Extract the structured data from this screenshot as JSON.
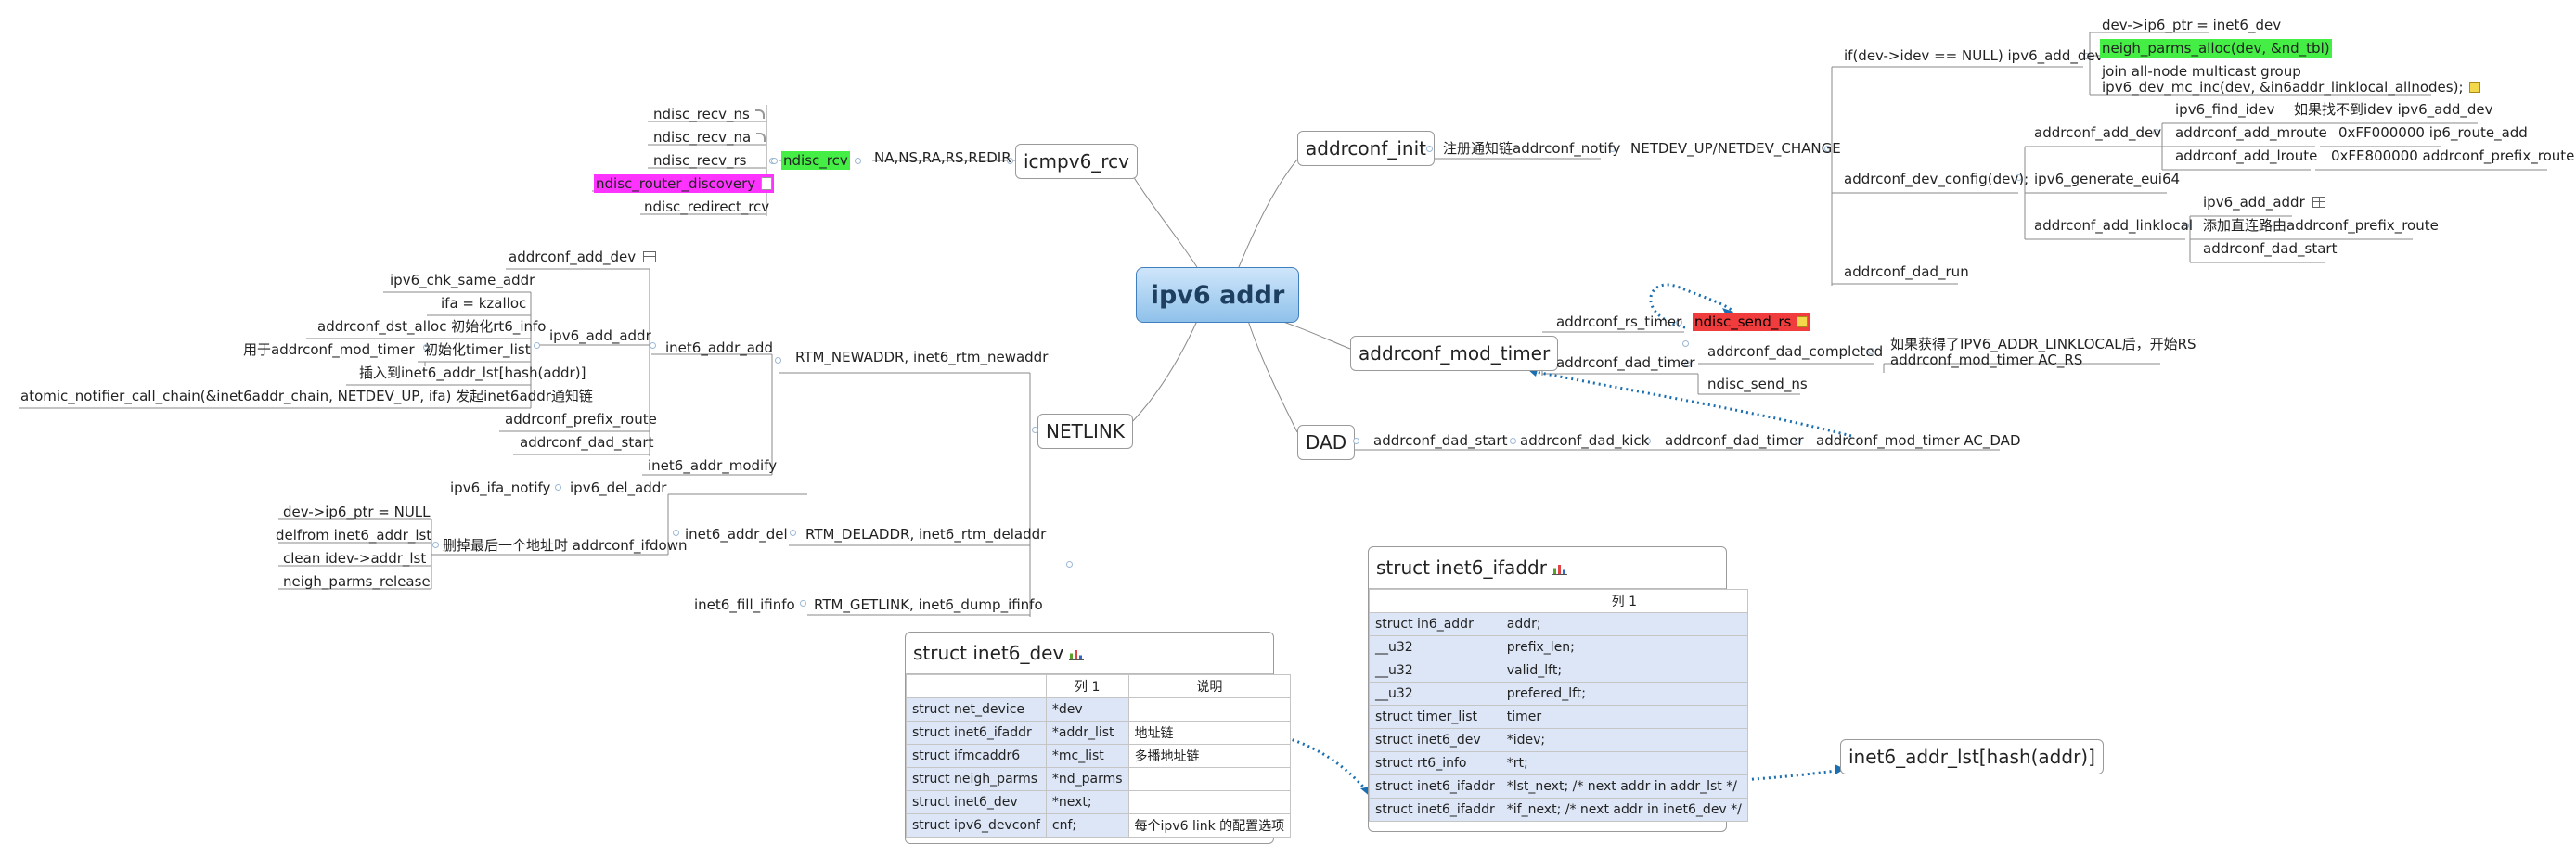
{
  "root": "ipv6 addr",
  "main": {
    "icmpv6_rcv": "icmpv6_rcv",
    "addrconf_init": "addrconf_init",
    "addrconf_mod_timer": "addrconf_mod_timer",
    "dad": "DAD",
    "netlink": "NETLINK",
    "inet6_addr_lst": "inet6_addr_lst[hash(addr)]"
  },
  "icmp": {
    "branch": "NA,NS,RA,RS,REDIR",
    "ndisc_rcv": "ndisc_rcv",
    "items": [
      "ndisc_recv_ns",
      "ndisc_recv_na",
      "ndisc_recv_rs",
      "ndisc_router_discovery",
      "ndisc_redirect_rcv"
    ]
  },
  "init": {
    "notify": "注册通知链addrconf_notify",
    "event": "NETDEV_UP/NETDEV_CHANGE",
    "if_null": "if(dev->idev == NULL) ipv6_add_dev",
    "ptr": "dev->ip6_ptr = inet6_dev",
    "neigh": "neigh_parms_alloc(dev, &nd_tbl)",
    "join1": "join all-node multicast group",
    "join2": "ipv6_dev_mc_inc(dev, &in6addr_linklocal_allnodes);",
    "dev_config": "addrconf_dev_config(dev);",
    "add_dev": "addrconf_add_dev",
    "find_idev": "ipv6_find_idev",
    "find_idev_note": "如果找不到idev ipv6_add_dev",
    "add_mroute": "addrconf_add_mroute",
    "mroute_val": "0xFF000000 ip6_route_add",
    "add_lroute": "addrconf_add_lroute",
    "lroute_val": "0xFE800000 addrconf_prefix_route",
    "gen_eui64": "ipv6_generate_eui64",
    "add_linklocal": "addrconf_add_linklocal",
    "ipv6_add_addr": "ipv6_add_addr",
    "direct_route": "添加直连路由addrconf_prefix_route",
    "dad_start": "addrconf_dad_start",
    "dad_run": "addrconf_dad_run"
  },
  "timer": {
    "rs_timer": "addrconf_rs_timer",
    "send_rs": "ndisc_send_rs",
    "dad_timer": "addrconf_dad_timer",
    "dad_completed": "addrconf_dad_completed",
    "completed_note1": "如果获得了IPV6_ADDR_LINKLOCAL后，开始RS",
    "completed_note2": "addrconf_mod_timer AC_RS",
    "send_ns": "ndisc_send_ns"
  },
  "dad": {
    "chain": [
      "addrconf_dad_start",
      "addrconf_dad_kick",
      "addrconf_dad_timer",
      "addrconf_mod_timer AC_DAD"
    ]
  },
  "netlink": {
    "newaddr": "RTM_NEWADDR, inet6_rtm_newaddr",
    "addr_add": "inet6_addr_add",
    "add_dev": "addrconf_add_dev",
    "ipv6_add_addr": "ipv6_add_addr",
    "add_items": [
      "ipv6_chk_same_addr",
      "ifa = kzalloc",
      "addrconf_dst_alloc 初始化rt6_info",
      "初始化timer_list",
      "插入到inet6_addr_lst[hash(addr)]",
      "atomic_notifier_call_chain(&inet6addr_chain, NETDEV_UP, ifa) 发起inet6addr通知链"
    ],
    "timer_note": "用于addrconf_mod_timer",
    "prefix_route": "addrconf_prefix_route",
    "dad_start": "addrconf_dad_start",
    "addr_modify": "inet6_addr_modify",
    "deladdr": "RTM_DELADDR, inet6_rtm_deladdr",
    "addr_del": "inet6_addr_del",
    "ifa_notify": "ipv6_ifa_notify",
    "del_addr": "ipv6_del_addr",
    "ifdown": "删掉最后一个地址时 addrconf_ifdown",
    "ifdown_items": [
      "dev->ip6_ptr = NULL",
      "delfrom inet6_addr_lst",
      "clean idev->addr_lst",
      "neigh_parms_release"
    ],
    "getlink": "RTM_GETLINK, inet6_dump_ifinfo",
    "fill_ifinfo": "inet6_fill_ifinfo"
  },
  "inet6_dev": {
    "title": "struct inet6_dev",
    "headers": [
      "",
      "列 1",
      "说明"
    ],
    "rows": [
      [
        "struct net_device",
        "*dev",
        ""
      ],
      [
        "struct inet6_ifaddr",
        "*addr_list",
        "地址链"
      ],
      [
        "struct ifmcaddr6",
        "*mc_list",
        "多播地址链"
      ],
      [
        "struct neigh_parms",
        "*nd_parms",
        ""
      ],
      [
        "struct inet6_dev",
        "*next;",
        ""
      ],
      [
        "struct ipv6_devconf",
        "cnf;",
        "每个ipv6 link 的配置选项"
      ]
    ]
  },
  "inet6_ifaddr": {
    "title": "struct inet6_ifaddr",
    "headers": [
      "",
      "列 1"
    ],
    "rows": [
      [
        "struct in6_addr",
        "addr;"
      ],
      [
        "__u32",
        "prefix_len;"
      ],
      [
        "__u32",
        "valid_lft;"
      ],
      [
        "__u32",
        "prefered_lft;"
      ],
      [
        "struct timer_list",
        "timer"
      ],
      [
        "struct inet6_dev",
        "*idev;"
      ],
      [
        "struct rt6_info",
        "*rt;"
      ],
      [
        "struct inet6_ifaddr",
        "*lst_next; /* next addr in addr_lst */"
      ],
      [
        "struct inet6_ifaddr",
        "*if_next; /* next addr in inet6_dev */"
      ]
    ]
  }
}
